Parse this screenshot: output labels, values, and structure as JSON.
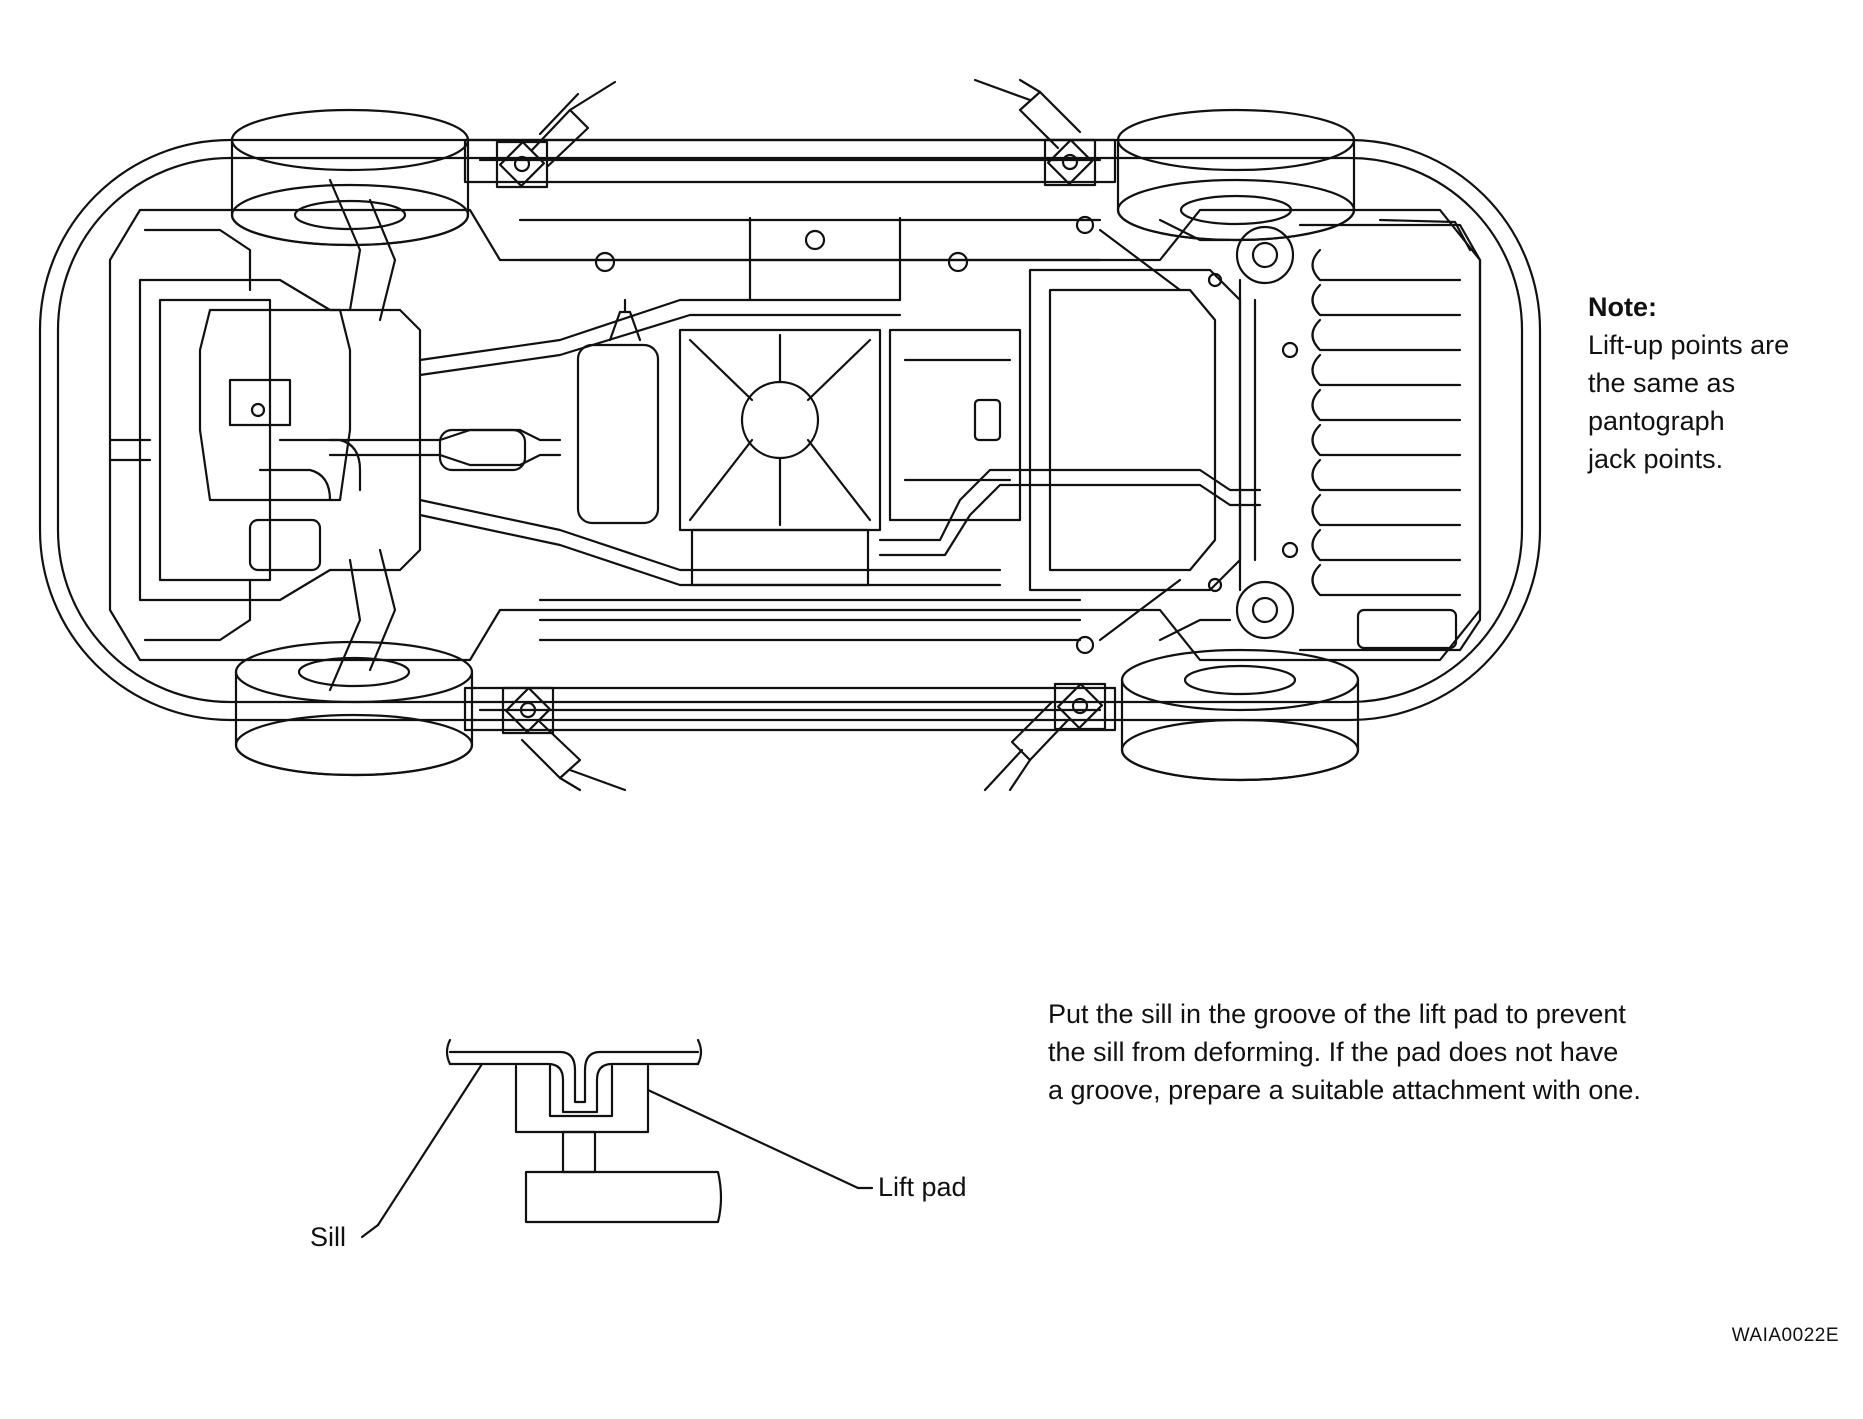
{
  "note": {
    "lines": [
      "Note:",
      "Lift-up points are",
      "the same as",
      "pantograph",
      "jack points."
    ]
  },
  "instruction": {
    "lines": [
      "Put the sill in the groove of the lift pad to prevent",
      "the sill from deforming. If the pad does not have",
      "a groove, prepare a suitable attachment with one."
    ]
  },
  "callouts": {
    "sill": "Sill",
    "lift_pad": "Lift pad"
  },
  "figure_code": "WAIA0022E"
}
